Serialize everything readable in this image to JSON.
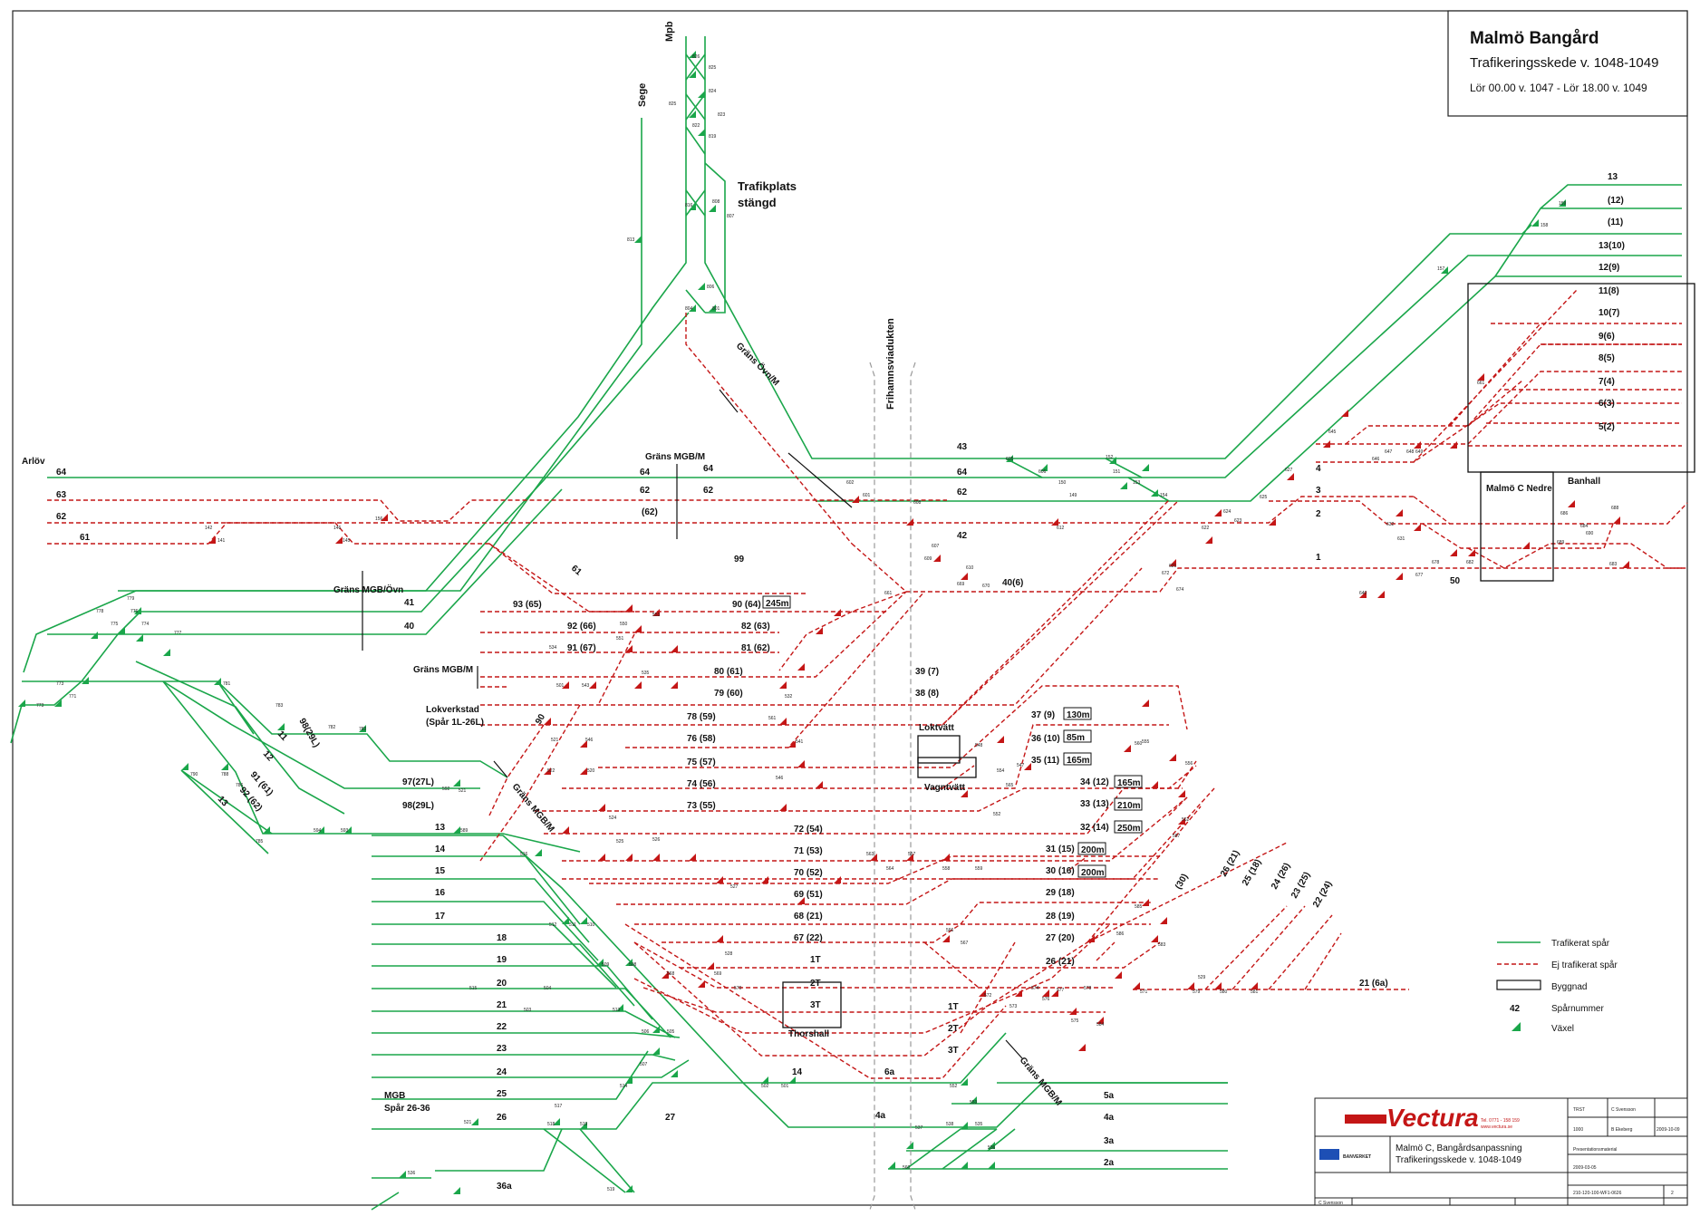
{
  "title": {
    "line1": "Malmö Bangård",
    "line2": "Trafikeringsskede v. 1048-1049",
    "line3": "Lör 00.00 v. 1047 - Lör 18.00 v. 1049"
  },
  "places": {
    "mpb": "Mpb",
    "sege": "Sege",
    "trafikplats_1": "Trafikplats",
    "trafikplats_2": "stängd",
    "frihamnsviadukten": "Frihamnsviadukten",
    "arlov": "Arlöv",
    "grans_ovn_m": "Gräns Övn/M",
    "grans_mgb_m_top": "Gräns MGB/M",
    "grans_mgb_ovn": "Gräns MGB/Övn",
    "grans_mgb_m_mid": "Gräns MGB/M",
    "grans_mgb_m_diag": "Gräns MGB/M",
    "grans_mgb_m_bot": "Gräns MGB/M",
    "lokverkstad_1": "Lokverkstad",
    "lokverkstad_2": "(Spår 1L-26L)",
    "loktvatt": "Loktvätt",
    "vagntvatt": "Vagntvätt",
    "thorshall": "Thorshall",
    "banhall": "Banhall",
    "malmo_c_nedre": "Malmö C Nedre",
    "mgb": "MGB",
    "mgb_spar": "Spår 26-36"
  },
  "tracks": {
    "t64a": "64",
    "t63": "63",
    "t62a": "62",
    "t61": "61",
    "t64b": "64",
    "t64c": "64",
    "t62b": "62",
    "t62c": "62",
    "t62p": "(62)",
    "t43": "43",
    "t64d": "64",
    "t62d": "62",
    "t42": "42",
    "t4": "4",
    "t3": "3",
    "t2": "2",
    "t1": "1",
    "t50": "50",
    "t13": "13",
    "t12": "(12)",
    "t11": "(11)",
    "t13_10": "13(10)",
    "t12_9": "12(9)",
    "t11_8": "11(8)",
    "t10_7": "10(7)",
    "t9_6": "9(6)",
    "t8_5": "8(5)",
    "t7_4": "7(4)",
    "t6_3": "6(3)",
    "t5_2": "5(2)",
    "t99": "99",
    "t61d": "61",
    "t41": "41",
    "t40": "40",
    "t40_6": "40(6)",
    "t93": "93 (65)",
    "t92": "92 (66)",
    "t91": "91 (67)",
    "t90": "90 (64)",
    "t82": "82 (63)",
    "t81": "81 (62)",
    "t80": "80 (61)",
    "t79": "79 (60)",
    "t78": "78 (59)",
    "t76": "76 (58)",
    "t75": "75 (57)",
    "t74": "74 (56)",
    "t73": "73 (55)",
    "t72": "72 (54)",
    "t71": "71 (53)",
    "t70": "70 (52)",
    "t69": "69 (51)",
    "t68": "68 (21)",
    "t67": "67 (22)",
    "t1T": "1T",
    "t2T": "2T",
    "t3T": "3T",
    "t1Tb": "1T",
    "t2Tb": "2T",
    "t3Tb": "3T",
    "t39": "39 (7)",
    "t38": "38 (8)",
    "t37": "37 (9)",
    "t36": "36 (10)",
    "t35": "35 (11)",
    "t34": "34 (12)",
    "t33": "33 (13)",
    "t32": "32 (14)",
    "t31": "31 (15)",
    "t30": "30 (16)",
    "t29": "29 (18)",
    "t28": "28 (19)",
    "t27b": "27 (20)",
    "t26b": "26 (21)",
    "t21": "21 (6a)",
    "t97": "97(27L)",
    "t98": "98(29L)",
    "t98d": "98(29L)",
    "t11L": "11",
    "t12L": "12",
    "t91d": "91 (61)",
    "t92d": "92 (62)",
    "t13L": "13",
    "t14": "14",
    "t15": "15",
    "t16": "16",
    "t17": "17",
    "t18": "18",
    "t19": "19",
    "t20": "20",
    "s21": "21",
    "s22": "22",
    "s23": "23",
    "s24": "24",
    "s25": "25",
    "s26": "26",
    "s27": "27",
    "s36a": "36a",
    "t14b": "14",
    "t6a": "6a",
    "t4a": "4a",
    "t5a": "5a",
    "t4a2": "4a",
    "t3a": "3a",
    "t2a": "2a",
    "t90d": "90",
    "d26": "26 (21)",
    "d25": "25 (18)",
    "d24": "24 (26)",
    "d23": "23 (25)",
    "d22": "22 (24)",
    "d30": "(30)"
  },
  "lengths": {
    "l90": "245m",
    "l37": "130m",
    "l36": "85m",
    "l35": "165m",
    "l34": "165m",
    "l33": "210m",
    "l32": "250m",
    "l31": "200m",
    "l30": "200m"
  },
  "switches": {
    "s826": "826",
    "s825": "825",
    "s824": "824",
    "s823": "823",
    "s822": "822",
    "s820": "820",
    "s819": "819",
    "s816": "816",
    "s808": "808",
    "s807": "807",
    "s813": "813",
    "s806": "806",
    "s804": "804",
    "s801": "801",
    "s602": "602",
    "s601": "601",
    "s605": "605",
    "s606": "606",
    "s152": "152",
    "s151": "151",
    "s150": "150",
    "s149": "149",
    "s153": "153",
    "s154": "154",
    "s156": "156",
    "s157": "157",
    "s158": "158",
    "s159": "159",
    "s627": "627",
    "s625": "625",
    "s624": "624",
    "s623": "623",
    "s622": "622",
    "s621": "621",
    "s669": "669",
    "s670": "670",
    "s640": "640",
    "s677": "677",
    "s678": "678",
    "s682": "682",
    "s683": "683",
    "s684": "684",
    "s686": "686",
    "s688": "688",
    "s689": "689",
    "s690": "690",
    "s631": "631",
    "s632": "632",
    "s646": "646",
    "s647": "647",
    "s648": "648",
    "s649": "649",
    "s645": "645",
    "s661": "661",
    "s608": "608",
    "s607": "607",
    "s609": "609",
    "s610": "610",
    "s612": "612",
    "s672": "672",
    "s674": "674",
    "s661b": "661",
    "s779": "779",
    "s778": "778",
    "s776": "776",
    "s775": "775",
    "s774": "774",
    "s777": "777",
    "s773": "773",
    "s771": "771",
    "s781": "781",
    "s782": "782",
    "s783": "783",
    "s791": "791",
    "s790": "790",
    "s788": "788",
    "s786": "786",
    "s785": "785",
    "s142": "142",
    "s141": "141",
    "s146": "146",
    "s145": "145",
    "s592": "592",
    "s521": "521",
    "s589": "589",
    "s516": "516",
    "s594": "594",
    "s593": "593",
    "s534": "534",
    "s553": "553",
    "s550": "550",
    "s551": "551",
    "s535": "535",
    "s501": "501",
    "s543": "543",
    "s532": "532",
    "s561": "561",
    "s541": "541",
    "s521b": "521",
    "s546": "546",
    "s522": "522",
    "s520": "520",
    "s524": "524",
    "s525": "525",
    "s526": "526",
    "s527": "527",
    "s528": "528",
    "s529": "529",
    "s547": "547",
    "s548": "548",
    "s563": "563",
    "s564": "564",
    "s565": "565",
    "s566": "566",
    "s567": "567",
    "s568": "568",
    "s569": "569",
    "s570": "570",
    "s571": "571",
    "s572": "572",
    "s573": "573",
    "s574": "574",
    "s575": "575",
    "s576": "576",
    "s577": "577",
    "s578": "578",
    "s579": "579",
    "s580": "580",
    "s581": "581",
    "s583": "583",
    "s584": "584",
    "s585": "585",
    "s586": "586",
    "s587": "587",
    "s504": "504",
    "s505": "505",
    "s506": "506",
    "s507": "507",
    "s508": "508",
    "s509": "509",
    "s510": "510",
    "s511": "511",
    "s512": "512",
    "s513": "513",
    "s514": "514",
    "s515": "515",
    "s517": "517",
    "s518": "518",
    "s519": "519",
    "s536": "536",
    "s537": "537",
    "s538": "538",
    "s552": "552",
    "s554": "554",
    "s555": "555",
    "s556": "556",
    "s557": "557",
    "s558": "558",
    "s559": "559",
    "s560": "560",
    "s562": "562",
    "s502": "502",
    "s503": "503"
  },
  "legend": {
    "trafikerat": "Trafikerat spår",
    "ej_trafikerat": "Ej trafikerat spår",
    "byggnad": "Byggnad",
    "sparnummer_num": "42",
    "sparnummer": "Spårnummer",
    "vaxel": "Växel"
  },
  "titleblock": {
    "company": "Vectura",
    "phone": "Tel. 0771 - 158 159",
    "web": "www.vectura.se",
    "banverket": "BANVERKET",
    "project_1": "Malmö C, Bangårdsanpassning",
    "project_2": "Trafikeringsskede v. 1048-1049",
    "meta_1": "TRST",
    "meta_2": "C Svensson",
    "meta_3": "1000",
    "meta_4": "B Ekeberg",
    "meta_5": "2009-10-09",
    "meta_6": "Presentationsmaterial",
    "meta_7": "2009-03-05",
    "meta_8": "210-120-100-WF1-0626",
    "meta_9": "2",
    "meta_10": "C Svensson"
  },
  "colors": {
    "trafikerat": "#1aa64a",
    "ej_trafikerat": "#c41616",
    "text": "#111111"
  }
}
